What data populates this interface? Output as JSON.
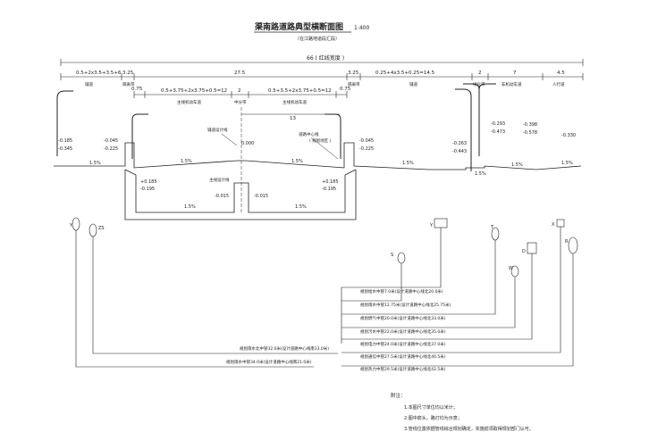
{
  "title": "渠南路道路典型横断面图",
  "scale": "1:400",
  "subtitle": "（在江路地道段汇段）",
  "total_width": "66 ( 红线宽度 )",
  "segments": {
    "left_side": "0.5+2x3.5+3.5+6",
    "left_sep": "3.25",
    "center": "27.5",
    "right_sep": "3.25",
    "right_side": "0.25+4x3.5+0.25=14.5",
    "greenbelt": "2",
    "bike": "7",
    "walk": "4.5"
  },
  "segment_labels": {
    "left_aux": "辅道",
    "left_sep": "隔离带",
    "right_sep": "隔离带",
    "right_aux": "辅道",
    "greenbelt": "绿化带",
    "bike": "非机动车道",
    "walk": "人行道"
  },
  "center_detail": {
    "offset_075_left": "0.75",
    "offset_075_right": "0.75",
    "left_lanes": "0.5+3.75+2x3.75+0.5=12",
    "median": "2",
    "right_lanes": "0.5+3.5+2x3.75+0.5=12",
    "left_lanes_label": "主线机动车道",
    "median_label": "中分带",
    "right_lanes_label": "主线机动车道"
  },
  "annotations": {
    "left_ref": "辅道设计线",
    "right_ref": "道路中心线",
    "right_ref_sub": "( 规划地区 )",
    "dim_13": "13",
    "center_elev": "0.000",
    "main_line_label": "主线设计线"
  },
  "elevations": {
    "left_top_a": "-0.185",
    "left_top_b": "-0.345",
    "left_mid_a": "-0.045",
    "left_mid_b": "-0.225",
    "right_mid_a": "-0.045",
    "right_mid_b": "-0.225",
    "right_a": "-0.263",
    "right_b": "-0.443",
    "gb_a": "-0.293",
    "gb_b": "-0.473",
    "bike_a": "-0.398",
    "bike_b": "-0.578",
    "walk_a": "-0.330",
    "tunnel_left_a": "+0.185",
    "tunnel_left_b": "-0.195",
    "tunnel_left_c": "-0.015",
    "tunnel_right_c": "-0.015",
    "tunnel_right_a": "+0.185",
    "tunnel_right_b": "-0.195"
  },
  "slopes": {
    "s1": "1.5%",
    "s2": "1.5%",
    "s3": "1.5%",
    "s4": "1.5%",
    "s5": "1.5%",
    "s6": "1.5%",
    "s7": "1.5%",
    "s8": "1.5%",
    "s9": "1.5%"
  },
  "pipes": {
    "Y_left": "Y",
    "ZS": "ZS",
    "Y_right": "Y",
    "S": "S",
    "T": "T",
    "W": "W",
    "D": "D",
    "X": "X",
    "R": "R"
  },
  "pipe_notes": [
    "规划给水中管7.0米(设计道路中心线北20.0米)",
    "规划雨水中管12.75米(设计道路中心线北25.75米)",
    "规划燃气中管20.0米(设计道路中心线北33.0米)",
    "规划污水中管22.0米(设计道路中心线北35.0米)",
    "规划电力中管24.0米(设计道路中心线北37.0米)",
    "规划通信中管27.5米(设计道路中心线北40.5米)",
    "规划热力中管29.5米(设计道路中心线北42.5米)"
  ],
  "pipe_notes_left": [
    "规划雨水北中管32.0米(设计道路中心线南13.0米)",
    "规划雨水中管34.0米(设计道路中心线南21.0米)"
  ],
  "notes": {
    "heading": "附注：",
    "items": [
      "1.本图尺寸单位均以米计；",
      "2.图中箭头，路灯均为示意；",
      "3.管线位置依据管线综合规划确定，实施前须取得规划部门认可。"
    ]
  }
}
